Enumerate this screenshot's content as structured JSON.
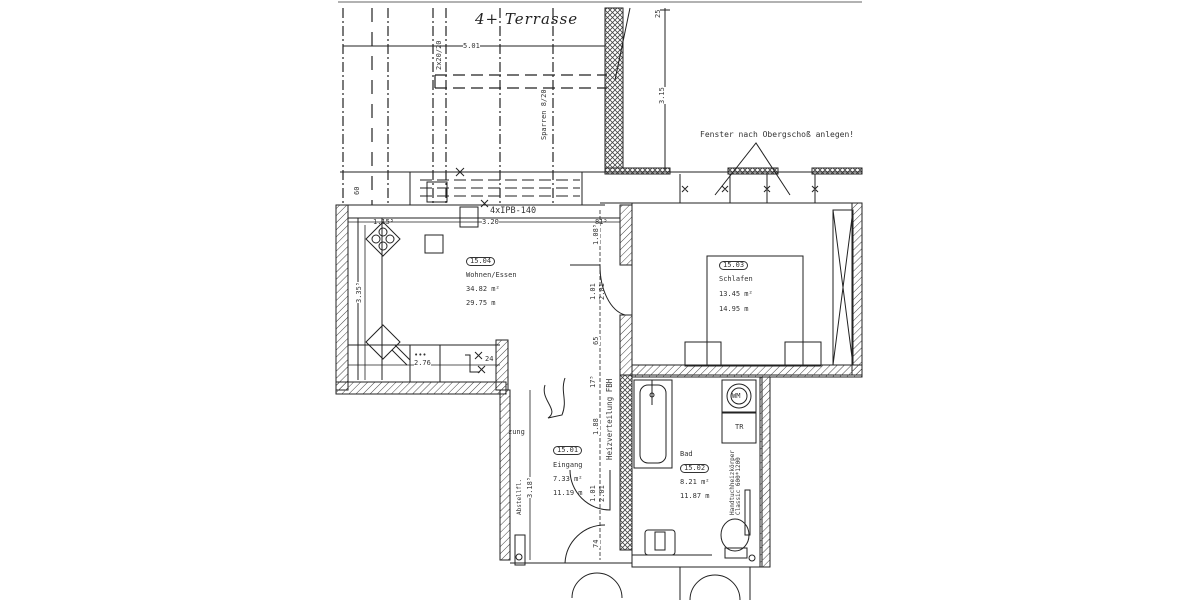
{
  "drawing": {
    "handwritten_note": "4+ Terrasse",
    "top_dimension": "5.01",
    "beam_label": "2x20/20",
    "rafter_label": "Sparren 8/20",
    "right_height_dim": "3.15",
    "corner_dim": "25",
    "window_note": "Fenster nach Obergschoß anlegen!",
    "beam_steel": "4xIPB-140",
    "dims": {
      "d_115": "1.15⁵",
      "d_320": "3.20",
      "d_815": "81⁵",
      "d_108": "1.08⁵",
      "d_60": "60",
      "d_335": "3.35⁵",
      "d_276": "2.76",
      "d_24": "24",
      "d_101a": "1.01",
      "d_201a": "2.01",
      "d_65": "65",
      "d_175": "17⁵",
      "d_188": "1.88",
      "d_318": "3.18⁵",
      "d_101b": "1.01",
      "d_201b": "2.01",
      "d_74": "74"
    },
    "side_labels": {
      "heating": "Heizverteilung FBH",
      "storage": "Abstellfl.",
      "partial": "zung",
      "towel_rail": "Handtuchheizkörper Classic 600*1200"
    },
    "fixtures": {
      "washer": "WM",
      "dryer": "TR",
      "stove_dots": "•••"
    }
  },
  "rooms": [
    {
      "id": "15.04",
      "name": "Wohnen/Essen",
      "area": "34.82 m²",
      "perimeter": "29.75 m"
    },
    {
      "id": "15.03",
      "name": "Schlafen",
      "area": "13.45 m²",
      "perimeter": "14.95 m"
    },
    {
      "id": "15.01",
      "name": "Eingang",
      "area": "7.33 m²",
      "perimeter": "11.19 m"
    },
    {
      "id": "15.02",
      "name": "Bad",
      "area": "8.21 m²",
      "perimeter": "11.87 m"
    }
  ]
}
